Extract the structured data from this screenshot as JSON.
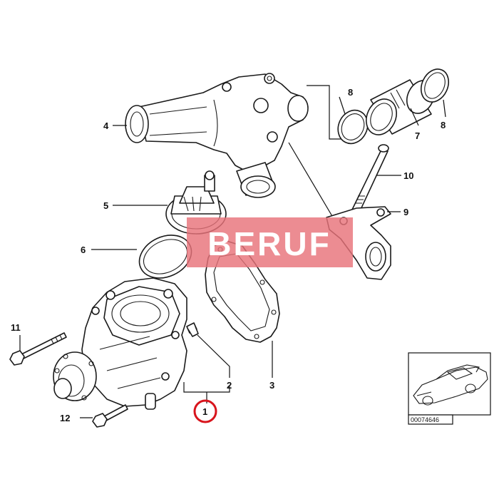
{
  "watermark": {
    "text": "BERUF",
    "color": "#e8737a"
  },
  "highlight_color": "#d8141c",
  "callouts": {
    "c1": "1",
    "c2": "2",
    "c3": "3",
    "c4": "4",
    "c5": "5",
    "c6": "6",
    "c7": "7",
    "c8a": "8",
    "c8b": "8",
    "c9": "9",
    "c10": "10",
    "c11": "11",
    "c12": "12"
  },
  "thumbnail": {
    "code": "00074646"
  }
}
